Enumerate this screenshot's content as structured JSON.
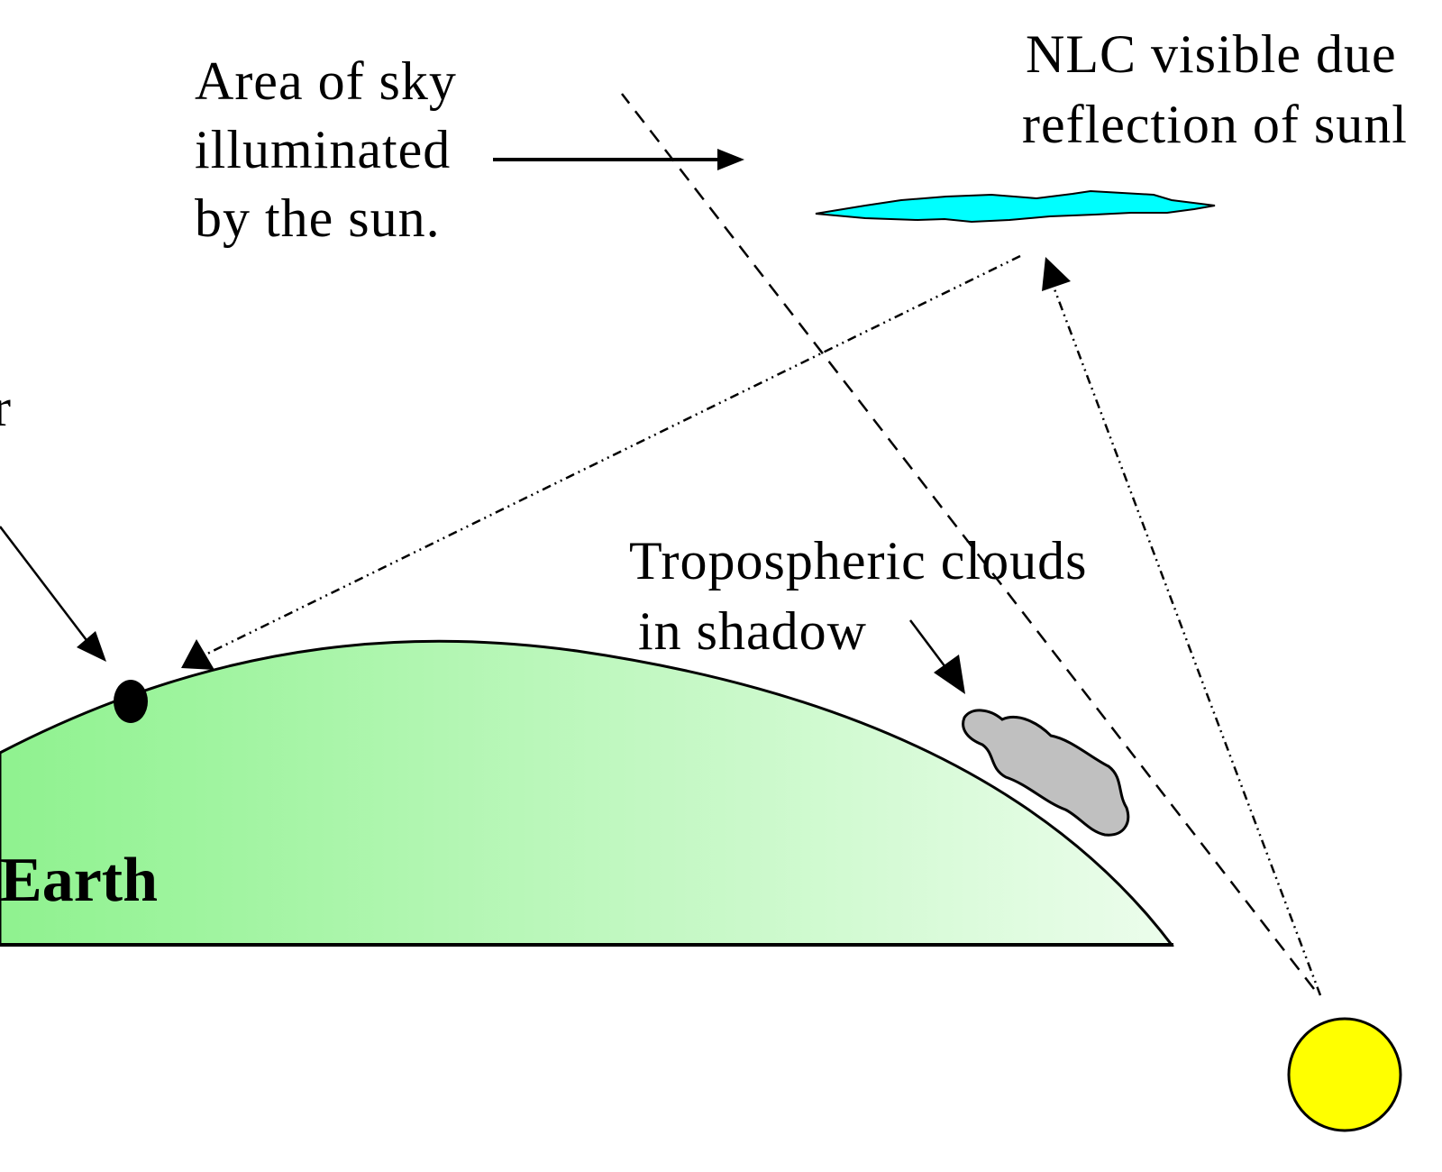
{
  "labels": {
    "illuminated_area": [
      "Area of sky",
      "illuminated",
      "by the sun."
    ],
    "nlc": [
      "NLC visible due",
      "reflection of sunl"
    ],
    "observer": "r",
    "tropospheric_clouds": [
      "Tropospheric clouds",
      "in shadow"
    ],
    "earth": "Earth"
  },
  "colors": {
    "earth_fill_dark": "#8ff28f",
    "earth_fill_light": "#ecfdec",
    "nlc_fill": "#00ffff",
    "tropospheric_cloud_fill": "#c0c0c0",
    "sun_fill": "#ffff00",
    "observer_dot": "#000000",
    "outline": "#000000"
  },
  "icons": {
    "observer": "observer-dot-icon",
    "sun": "sun-icon",
    "nlc": "noctilucent-cloud-icon",
    "cloud": "tropospheric-cloud-icon"
  }
}
